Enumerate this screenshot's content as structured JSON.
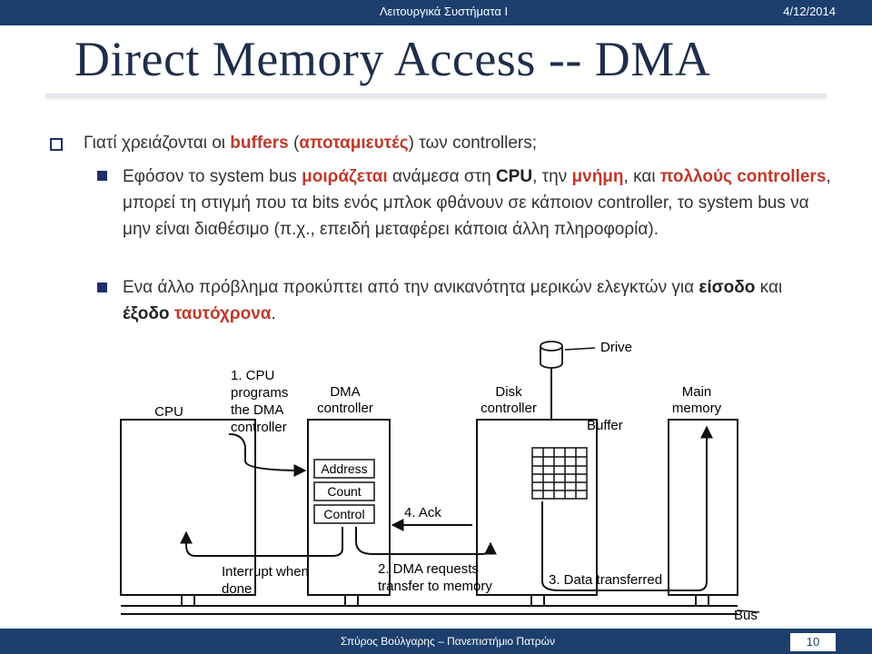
{
  "header": {
    "course": "Λειτουργικά Συστήματα Ι",
    "date": "4/12/2014"
  },
  "title": "Direct Memory Access -- DMA",
  "bullets": {
    "main": {
      "p1": "Γιατί χρειάζονται οι ",
      "h1": "buffers",
      "p2": " (",
      "h2": "αποταμιευτές",
      "p3": ") των controllers;"
    },
    "sub1": {
      "p1": "Εφόσον το system bus ",
      "h1": "μοιράζεται",
      "p2": " ανάμεσα στη ",
      "b1": "CPU",
      "p3": ", την ",
      "h2": "μνήμη",
      "p4": ", και ",
      "h3": "πολλούς controllers",
      "p5": ", μπορεί τη στιγμή που τα bits ενός μπλοκ φθάνουν σε κάποιον controller, το system bus να μην είναι διαθέσιμο (π.χ., επειδή μεταφέρει κάποια άλλη πληροφορία)."
    },
    "sub2": {
      "p1": "Ενα άλλο πρόβλημα προκύπτει από την ανικανότητα μερικών ελεγκτών για ",
      "b1": "είσοδο",
      "p2": " και ",
      "b2": "έξοδο",
      "p3": " ",
      "h1": "ταυτόχρονα",
      "p4": "."
    }
  },
  "diagram": {
    "cpu": "CPU",
    "dma_l1": "DMA",
    "dma_l2": "controller",
    "disk_l1": "Disk",
    "disk_l2": "controller",
    "mem_l1": "Main",
    "mem_l2": "memory",
    "drive": "Drive",
    "buffer": "Buffer",
    "reg_address": "Address",
    "reg_count": "Count",
    "reg_control": "Control",
    "step1_l1": "1. CPU",
    "step1_l2": "programs",
    "step1_l3": "the DMA",
    "step1_l4": "controller",
    "step2_l1": "2. DMA requests",
    "step2_l2": "transfer to memory",
    "step3_l1": "3. Data transferred",
    "step4": "4. Ack",
    "interrupt_l1": "Interrupt when",
    "interrupt_l2": "done",
    "bus": "Bus"
  },
  "footer": {
    "author": "Σπύρος Βούλγαρης – Πανεπιστήμιο Πατρών",
    "page": "10"
  }
}
